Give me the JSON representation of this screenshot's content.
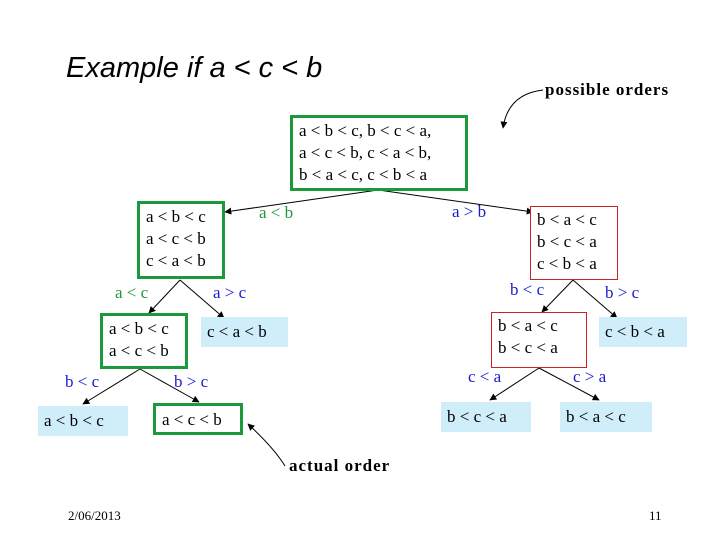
{
  "title": "Example if a < c < b",
  "annotations": {
    "possible_orders": "possible orders",
    "actual_order": "actual order"
  },
  "root": [
    "a < b < c, b < c < a,",
    "a < c < b, c < a < b,",
    "b < a < c, c < b < a"
  ],
  "left_mid": [
    "a < b < c",
    "a < c < b",
    "c < a < b"
  ],
  "right_mid": [
    "b < a < c",
    "b < c < a",
    "c < b < a"
  ],
  "left_low": [
    "a < b < c",
    "a < c < b"
  ],
  "right_low": [
    "b < a < c",
    "b < c < a"
  ],
  "leaves": {
    "c_a_b": "c < a < b",
    "c_b_a": "c < b < a",
    "a_b_c": "a < b < c",
    "a_c_b": "a < c < b",
    "b_c_a": "b < c < a",
    "b_a_c": "b < a < c"
  },
  "edge_labels": {
    "root_left": "a < b",
    "root_right": "a > b",
    "lm_left": "a < c",
    "lm_right": "a > c",
    "rm_left": "b < c",
    "rm_right": "b > c",
    "ll_left": "b < c",
    "ll_right": "b > c",
    "rl_left": "c < a",
    "rl_right": "c > a"
  },
  "colors": {
    "green": "#1a9a3a",
    "blue": "#1a1ad0",
    "red": "#cc2222",
    "leaf_bg": "#cfeefa"
  },
  "footer": {
    "date": "2/06/2013",
    "page": "11"
  }
}
